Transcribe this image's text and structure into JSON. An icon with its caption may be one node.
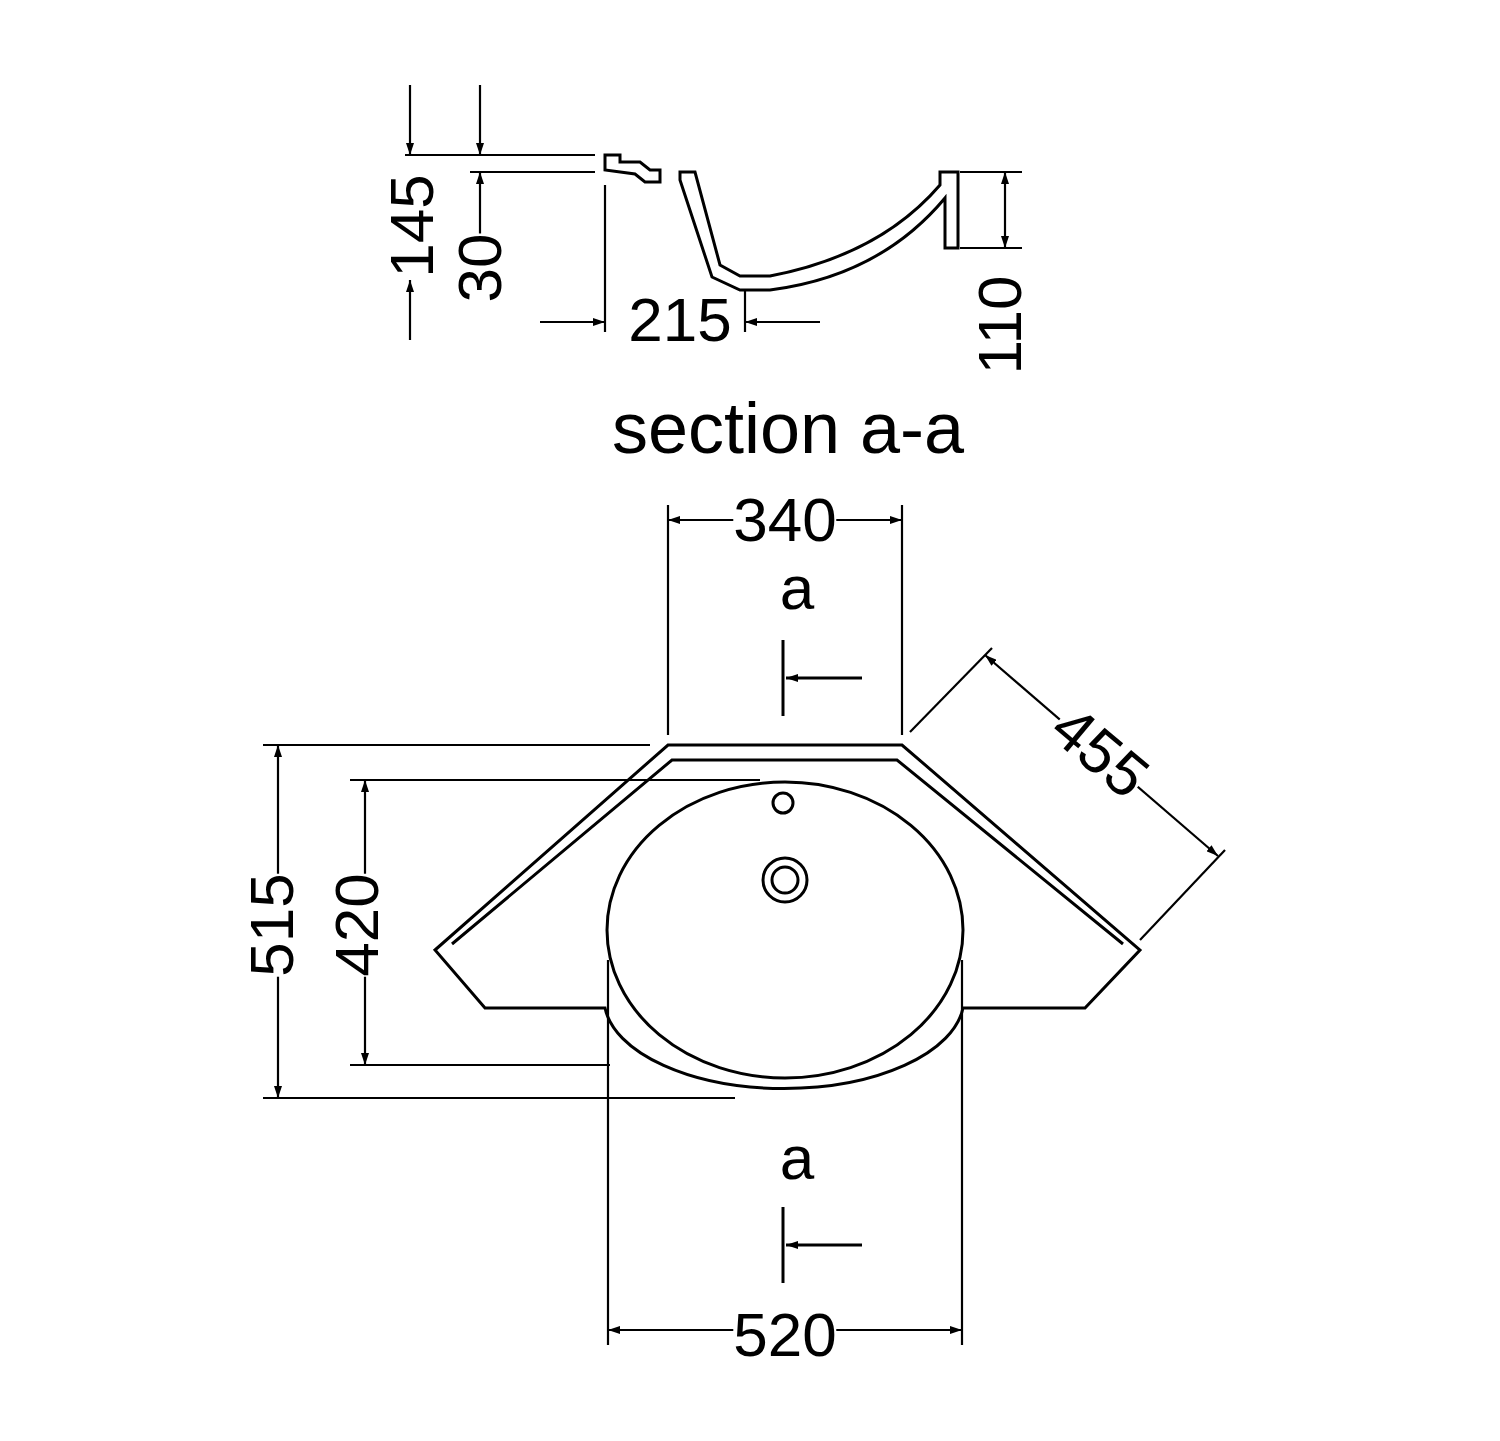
{
  "diagram": {
    "labels": [
      "145",
      "30",
      "110",
      "215",
      "section a-a",
      "340",
      "a",
      "455",
      "515",
      "420",
      "a",
      "520"
    ]
  }
}
